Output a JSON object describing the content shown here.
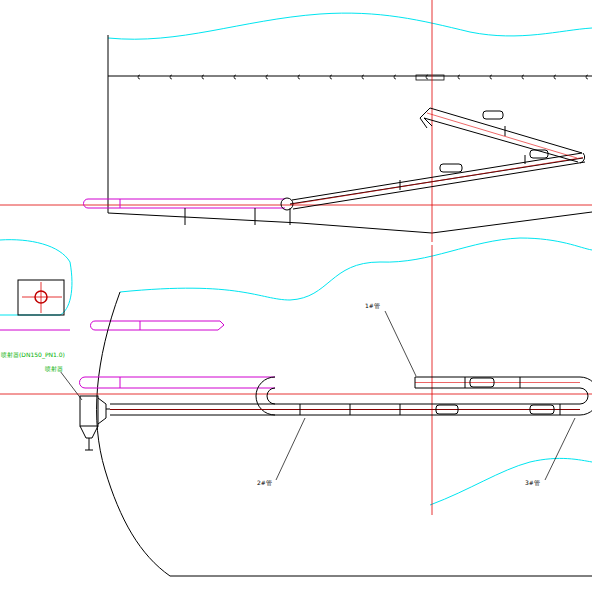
{
  "diagram": {
    "labels": [
      "喷射器(DN150_PN1.0)",
      "喷射器",
      "1#管",
      "2#管",
      "3#管"
    ]
  }
}
